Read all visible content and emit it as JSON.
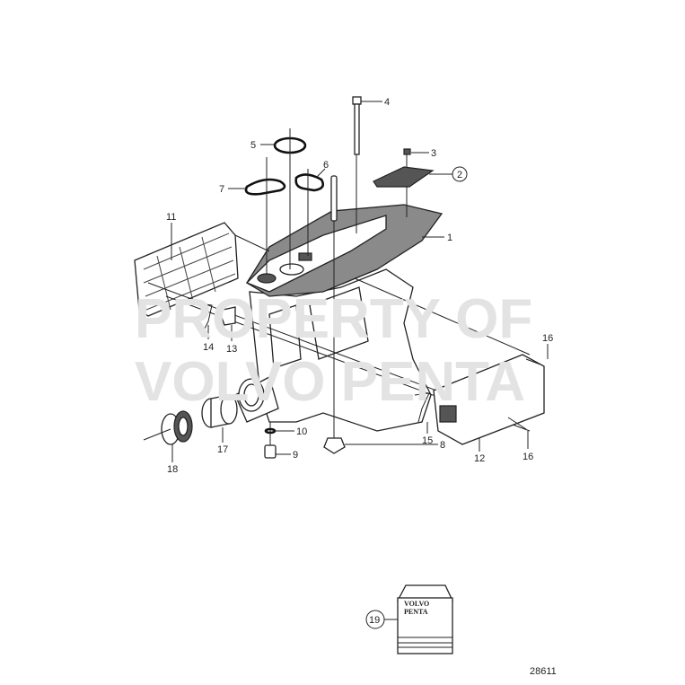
{
  "diagram_id": "28611",
  "watermark": {
    "line1": "PROPERTY OF",
    "line2": "VOLVO PENTA"
  },
  "kit_box_brand": {
    "line1": "VOLVO",
    "line2": "PENTA"
  },
  "callouts": [
    {
      "id": "1",
      "label": "1",
      "circled": false
    },
    {
      "id": "2",
      "label": "2",
      "circled": true
    },
    {
      "id": "3",
      "label": "3",
      "circled": false
    },
    {
      "id": "4",
      "label": "4",
      "circled": false
    },
    {
      "id": "5",
      "label": "5",
      "circled": false
    },
    {
      "id": "6",
      "label": "6",
      "circled": false
    },
    {
      "id": "7",
      "label": "7",
      "circled": false
    },
    {
      "id": "8",
      "label": "8",
      "circled": false
    },
    {
      "id": "9",
      "label": "9",
      "circled": false
    },
    {
      "id": "10",
      "label": "10",
      "circled": false
    },
    {
      "id": "11",
      "label": "11",
      "circled": false
    },
    {
      "id": "12",
      "label": "12",
      "circled": false
    },
    {
      "id": "13",
      "label": "13",
      "circled": false
    },
    {
      "id": "14",
      "label": "14",
      "circled": false
    },
    {
      "id": "15",
      "label": "15",
      "circled": false
    },
    {
      "id": "16a",
      "label": "16",
      "circled": false
    },
    {
      "id": "16b",
      "label": "16",
      "circled": false
    },
    {
      "id": "17",
      "label": "17",
      "circled": false
    },
    {
      "id": "18",
      "label": "18",
      "circled": false
    },
    {
      "id": "19",
      "label": "19",
      "circled": true
    }
  ]
}
